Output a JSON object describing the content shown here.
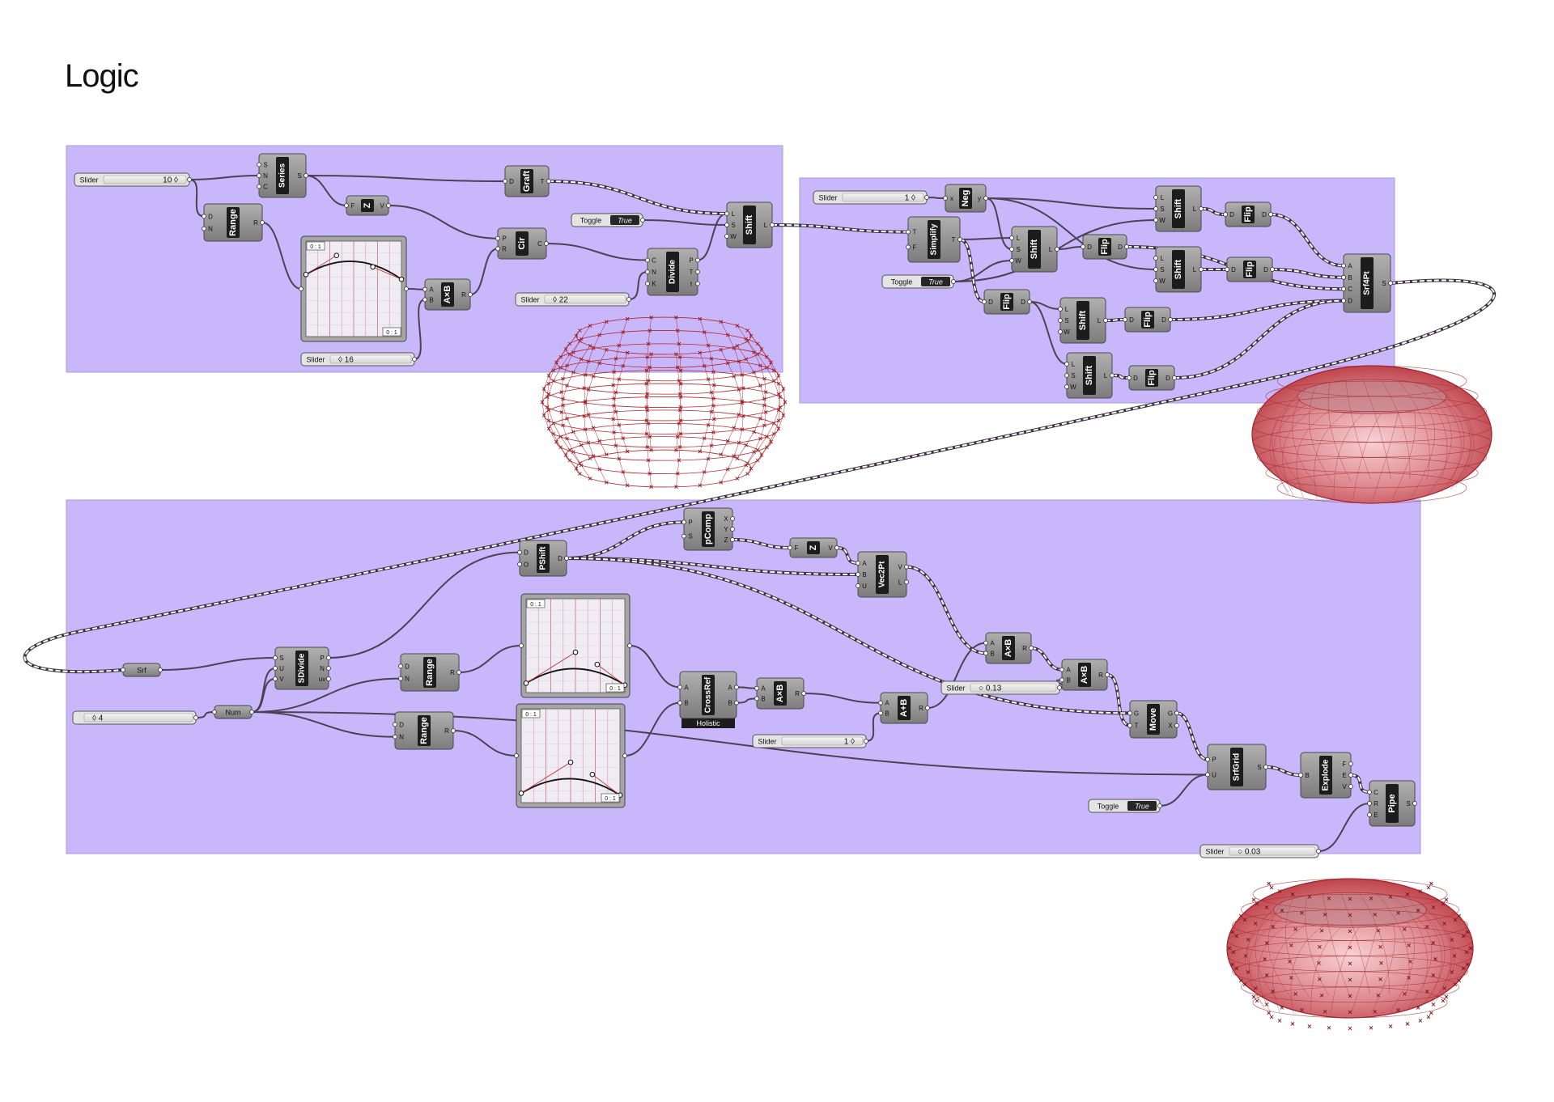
{
  "page": {
    "title": "Logic",
    "colors": {
      "group_fill": "#c8b8fb",
      "group_stroke": "#a99ad6",
      "component": "#8e8e8e",
      "label_box": "#1c1c1c",
      "wire": "#4b4153",
      "mesh": "#b4262c"
    }
  },
  "sliders": [
    {
      "id": "s1",
      "label": "Slider",
      "value": "10 ◊"
    },
    {
      "id": "s2",
      "label": "Slider",
      "value": "◊ 16"
    },
    {
      "id": "s3",
      "label": "Slider",
      "value": "◊ 22"
    },
    {
      "id": "s4",
      "label": "Slider",
      "value": "1 ◊"
    },
    {
      "id": "s5",
      "label": "",
      "value": "◊ 4"
    },
    {
      "id": "s6",
      "label": "Slider",
      "value": "1 ◊"
    },
    {
      "id": "s7",
      "label": "Slider",
      "value": "○ 0.13"
    },
    {
      "id": "s8",
      "label": "Slider",
      "value": "○ 0.03"
    }
  ],
  "toggles": [
    {
      "id": "t1",
      "label": "Toggle",
      "value": "True"
    },
    {
      "id": "t2",
      "label": "Toggle",
      "value": "True"
    },
    {
      "id": "t3",
      "label": "Toggle",
      "value": "True"
    }
  ],
  "params": [
    {
      "id": "srf",
      "label": "Srf"
    },
    {
      "id": "num",
      "label": "Num"
    }
  ],
  "components": [
    {
      "id": "series",
      "label": "Series",
      "in": [
        "S",
        "N",
        "C"
      ],
      "out": [
        "S"
      ]
    },
    {
      "id": "range1",
      "label": "Range",
      "in": [
        "D",
        "N"
      ],
      "out": [
        "R"
      ]
    },
    {
      "id": "z1",
      "label": "Z",
      "in": [
        "F"
      ],
      "out": [
        "V"
      ]
    },
    {
      "id": "graft",
      "label": "Graft",
      "in": [
        "D"
      ],
      "out": [
        "T"
      ]
    },
    {
      "id": "cir",
      "label": "Cir",
      "in": [
        "P",
        "R"
      ],
      "out": [
        "C"
      ]
    },
    {
      "id": "axb1",
      "label": "A×B",
      "in": [
        "A",
        "B"
      ],
      "out": [
        "R"
      ]
    },
    {
      "id": "divide",
      "label": "Divide",
      "in": [
        "C",
        "N",
        "K"
      ],
      "out": [
        "P",
        "T",
        "t"
      ]
    },
    {
      "id": "shift1",
      "label": "Shift",
      "in": [
        "L",
        "S",
        "W"
      ],
      "out": [
        "L"
      ]
    },
    {
      "id": "neg",
      "label": "Neg",
      "in": [
        "x"
      ],
      "out": [
        "y"
      ]
    },
    {
      "id": "simplify",
      "label": "Simplify",
      "in": [
        "T",
        "F"
      ],
      "out": [
        "T"
      ]
    },
    {
      "id": "shift2",
      "label": "Shift",
      "in": [
        "L",
        "S",
        "W"
      ],
      "out": [
        "L"
      ]
    },
    {
      "id": "flip1",
      "label": "Flip",
      "in": [
        "D"
      ],
      "out": [
        "D"
      ]
    },
    {
      "id": "flip2",
      "label": "Flip",
      "in": [
        "D"
      ],
      "out": [
        "D"
      ]
    },
    {
      "id": "shift3",
      "label": "Shift",
      "in": [
        "L",
        "S",
        "W"
      ],
      "out": [
        "L"
      ]
    },
    {
      "id": "flip3",
      "label": "Flip",
      "in": [
        "D"
      ],
      "out": [
        "D"
      ]
    },
    {
      "id": "shift4",
      "label": "Shift",
      "in": [
        "L",
        "S",
        "W"
      ],
      "out": [
        "L"
      ]
    },
    {
      "id": "flip4",
      "label": "Flip",
      "in": [
        "D"
      ],
      "out": [
        "D"
      ]
    },
    {
      "id": "flip5",
      "label": "Flip",
      "in": [
        "D"
      ],
      "out": [
        "D"
      ]
    },
    {
      "id": "shift5",
      "label": "Shift",
      "in": [
        "L",
        "S",
        "W"
      ],
      "out": [
        "L"
      ]
    },
    {
      "id": "flip6",
      "label": "Flip",
      "in": [
        "D"
      ],
      "out": [
        "D"
      ]
    },
    {
      "id": "shift6",
      "label": "Shift",
      "in": [
        "L",
        "S",
        "W"
      ],
      "out": [
        "L"
      ]
    },
    {
      "id": "flip7",
      "label": "Flip",
      "in": [
        "D"
      ],
      "out": [
        "D"
      ]
    },
    {
      "id": "srf4pt",
      "label": "Srf4Pt",
      "in": [
        "A",
        "B",
        "C",
        "D"
      ],
      "out": [
        "S"
      ]
    },
    {
      "id": "pshift",
      "label": "PShift",
      "in": [
        "D",
        "O"
      ],
      "out": [
        "D"
      ]
    },
    {
      "id": "pcomp",
      "label": "pComp",
      "in": [
        "P",
        "S"
      ],
      "out": [
        "X",
        "Y",
        "Z"
      ]
    },
    {
      "id": "z2",
      "label": "Z",
      "in": [
        "F"
      ],
      "out": [
        "V"
      ]
    },
    {
      "id": "vec2pt",
      "label": "Vec2Pt",
      "in": [
        "A",
        "B",
        "U"
      ],
      "out": [
        "V",
        "L"
      ]
    },
    {
      "id": "sdivide",
      "label": "SDivide",
      "in": [
        "S",
        "U",
        "V"
      ],
      "out": [
        "P",
        "N",
        "uv"
      ]
    },
    {
      "id": "range2",
      "label": "Range",
      "in": [
        "D",
        "N"
      ],
      "out": [
        "R"
      ]
    },
    {
      "id": "range3",
      "label": "Range",
      "in": [
        "D",
        "N"
      ],
      "out": [
        "R"
      ]
    },
    {
      "id": "crossref",
      "label": "CrossRef",
      "in": [
        "A",
        "B"
      ],
      "out": [
        "A",
        "B"
      ],
      "footer": "Holistic"
    },
    {
      "id": "axb2",
      "label": "A×B",
      "in": [
        "A",
        "B"
      ],
      "out": [
        "R"
      ]
    },
    {
      "id": "apb",
      "label": "A+B",
      "in": [
        "A",
        "B"
      ],
      "out": [
        "R"
      ]
    },
    {
      "id": "axb3",
      "label": "A×B",
      "in": [
        "A",
        "B"
      ],
      "out": [
        "R"
      ]
    },
    {
      "id": "axb4",
      "label": "A×B",
      "in": [
        "A",
        "B"
      ],
      "out": [
        "R"
      ]
    },
    {
      "id": "move",
      "label": "Move",
      "in": [
        "G",
        "T"
      ],
      "out": [
        "G",
        "X"
      ]
    },
    {
      "id": "srfgrid",
      "label": "SrfGrid",
      "in": [
        "P",
        "U"
      ],
      "out": [
        "S"
      ]
    },
    {
      "id": "explode",
      "label": "Explode",
      "in": [
        "B"
      ],
      "out": [
        "F",
        "E",
        "V"
      ]
    },
    {
      "id": "pipe",
      "label": "Pipe",
      "in": [
        "C",
        "R",
        "E"
      ],
      "out": [
        "S"
      ]
    }
  ],
  "graphs": [
    {
      "id": "g1",
      "domain_in": "0 : 1",
      "domain_out": "0 : 1"
    },
    {
      "id": "g2",
      "domain_in": "0 : 1",
      "domain_out": "0 : 1"
    },
    {
      "id": "g3",
      "domain_in": "0 : 1",
      "domain_out": "0 : 1"
    }
  ]
}
